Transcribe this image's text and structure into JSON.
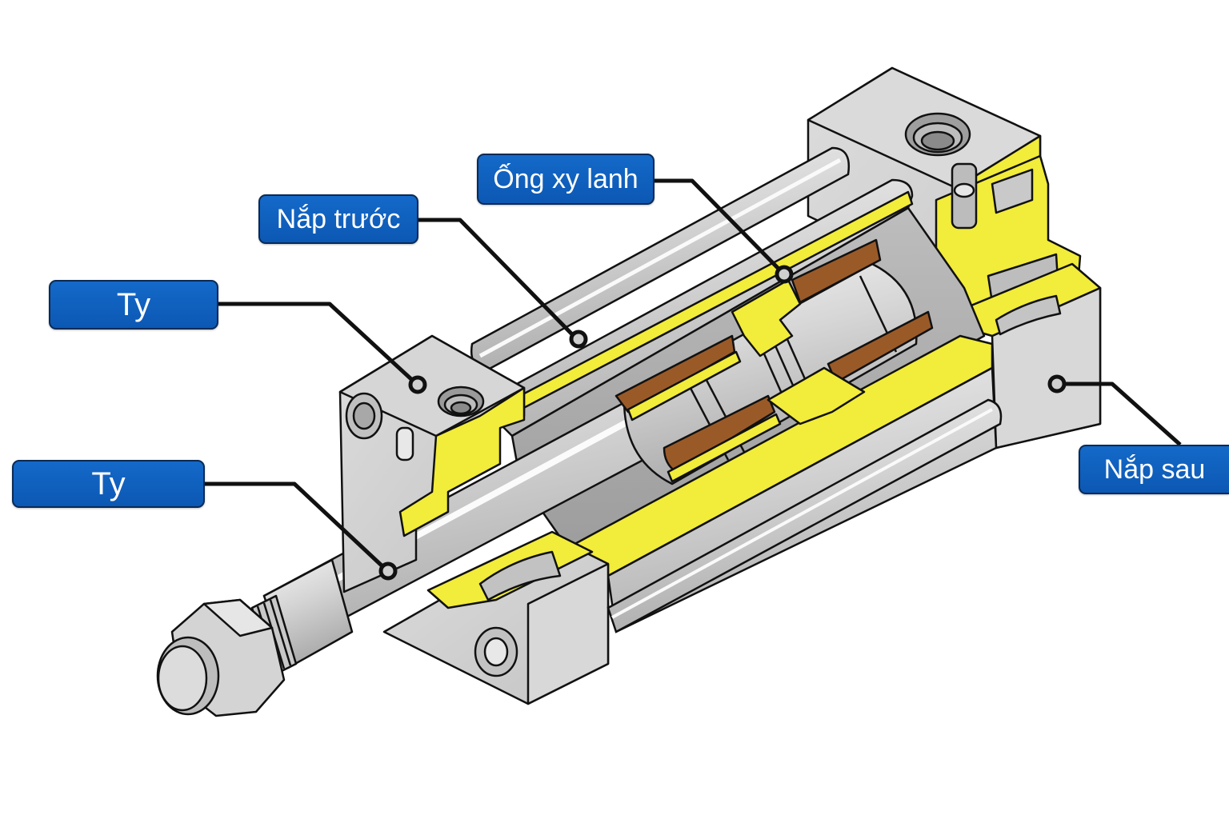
{
  "diagram": {
    "subject": "pneumatic cylinder cutaway",
    "colors": {
      "label_fill": "#1165c4",
      "label_border": "#0a2a55",
      "label_text": "#ffffff",
      "section_yellow": "#f2ec3a",
      "metal_light": "#e4e4e4",
      "metal_mid": "#c9c9c9",
      "seal_brown": "#9a5a28",
      "outline": "#111111"
    },
    "labels": [
      {
        "id": "ong-xy-lanh",
        "text": "Ống xy lanh",
        "points_to": "cylinder barrel"
      },
      {
        "id": "nap-truoc",
        "text": "Nắp trước",
        "points_to": "tie rod"
      },
      {
        "id": "ty-top",
        "text": "Ty",
        "points_to": "front cap block"
      },
      {
        "id": "ty-bottom",
        "text": "Ty",
        "points_to": "piston rod"
      },
      {
        "id": "nap-sau",
        "text": "Nắp sau",
        "points_to": "rear cap"
      }
    ]
  }
}
